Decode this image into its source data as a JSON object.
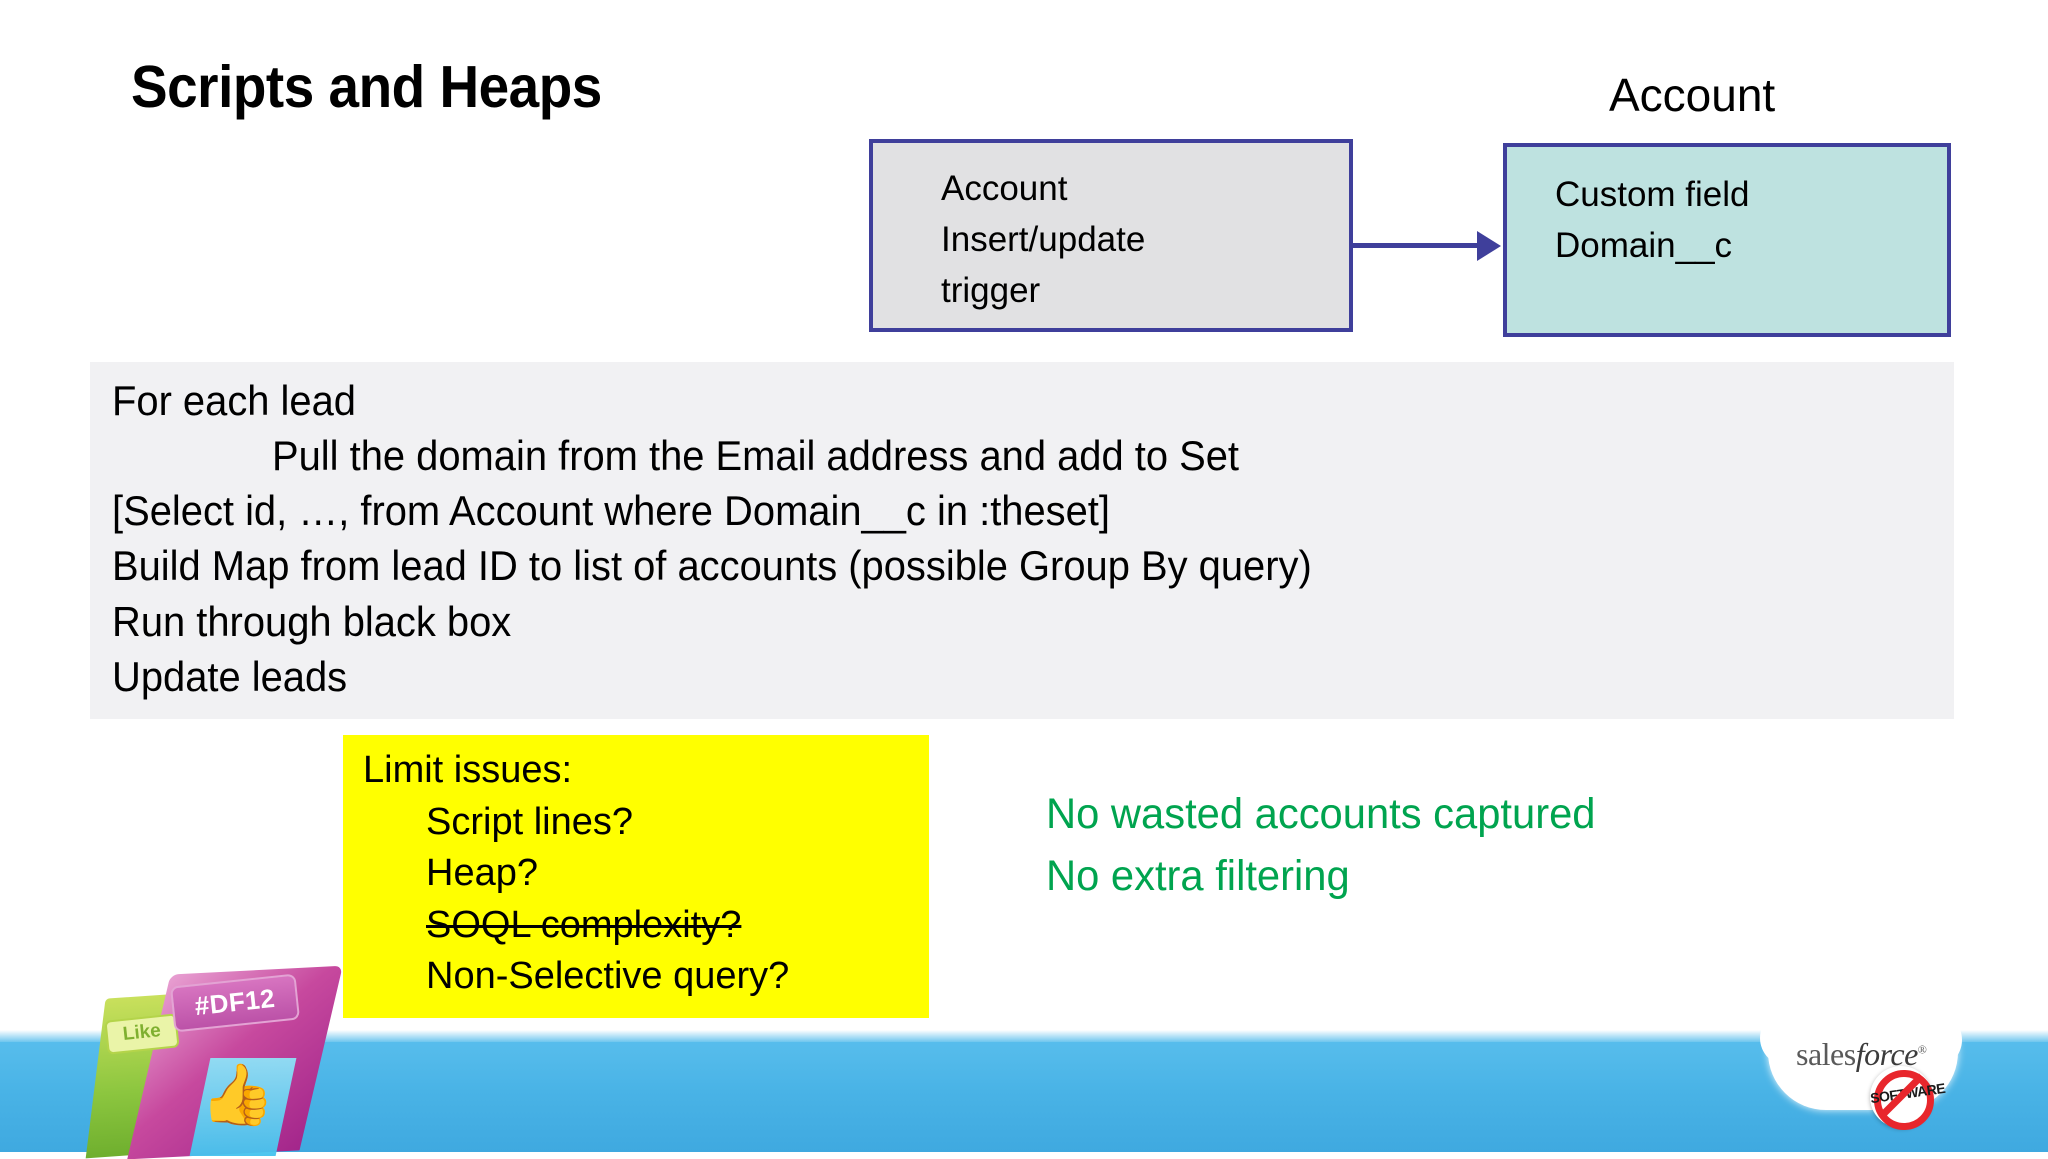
{
  "slide": {
    "title": "Scripts and Heaps",
    "background_color": "#ffffff"
  },
  "diagram": {
    "trigger_box": {
      "fill_color": "#E1E1E3",
      "border_color": "#3F3F9B",
      "lines": [
        "Account",
        "Insert/update",
        "trigger"
      ]
    },
    "arrow": {
      "color": "#3F3F9B",
      "direction": "right"
    },
    "account_caption": "Account",
    "account_box": {
      "fill_color": "#BEE2E0",
      "border_color": "#3F3F9B",
      "lines": [
        "Custom field",
        "Domain__c"
      ]
    }
  },
  "code_block": {
    "background_color": "#F1F1F3",
    "lines": [
      {
        "text": "For each lead",
        "indent": false
      },
      {
        "text": "Pull the domain from the Email address and add to Set",
        "indent": true
      },
      {
        "text": "[Select id, …, from Account where Domain__c in :theset]",
        "indent": false
      },
      {
        "text": "Build Map from lead ID to list of accounts (possible Group By query)",
        "indent": false
      },
      {
        "text": "Run through black box",
        "indent": false
      },
      {
        "text": "Update leads",
        "indent": false
      }
    ]
  },
  "limits_box": {
    "background_color": "#FFFF00",
    "lines": [
      {
        "text": "Limit issues:",
        "indent": false,
        "strikethrough": false
      },
      {
        "text": "Script lines?",
        "indent": true,
        "strikethrough": false
      },
      {
        "text": "Heap?",
        "indent": true,
        "strikethrough": false
      },
      {
        "text": "SOQL complexity?",
        "indent": true,
        "strikethrough": true
      },
      {
        "text": "Non-Selective query?",
        "indent": true,
        "strikethrough": false
      }
    ]
  },
  "benefits": {
    "color": "#00A44F",
    "lines": [
      "No wasted accounts captured",
      "No extra filtering"
    ]
  },
  "banner": {
    "color": "#49B3E6"
  },
  "df_badge": {
    "like_label": "Like",
    "hashtag_label": "#DF12",
    "thumb_glyph": "👍"
  },
  "sf_logo": {
    "word_sales": "sales",
    "word_force": "force",
    "registered": "®",
    "no_software_label": "SOFTWARE"
  }
}
